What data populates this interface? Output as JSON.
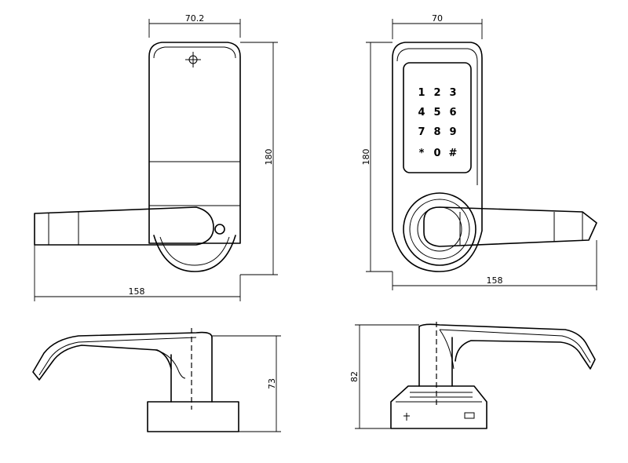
{
  "dimensions": {
    "back_width": "70.2",
    "back_height": "180",
    "back_length": "158",
    "front_width": "70",
    "front_height": "180",
    "front_length": "158",
    "side_left_height": "73",
    "side_right_height": "82"
  },
  "keypad": {
    "keys": [
      "1",
      "2",
      "3",
      "4",
      "5",
      "6",
      "7",
      "8",
      "9",
      "*",
      "0",
      "#"
    ]
  }
}
